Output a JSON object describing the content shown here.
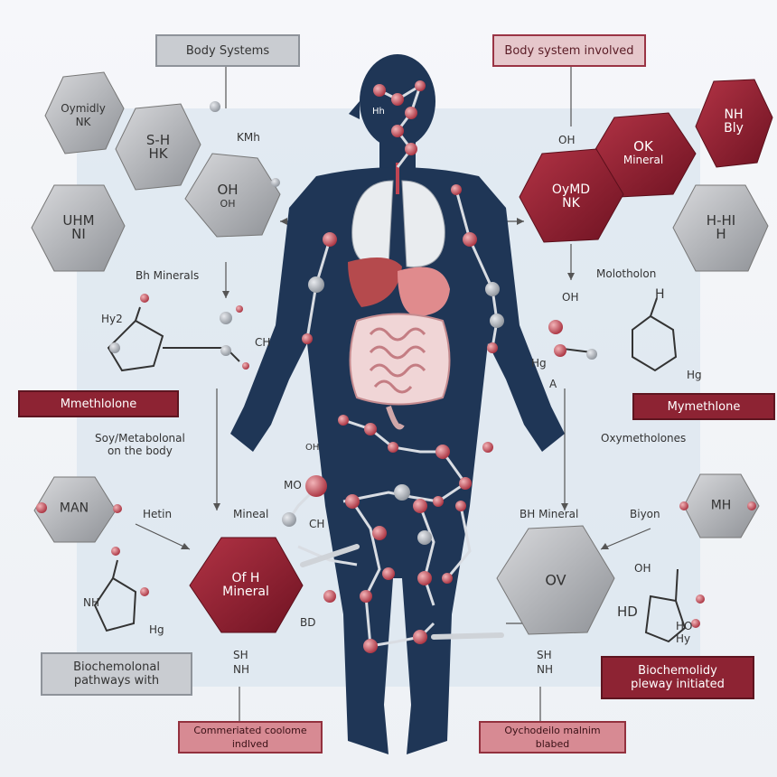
{
  "labels": {
    "body_systems": "Body Systems",
    "body_system_involved": "Body system involved",
    "left_band": "Mmethlolone",
    "right_band": "Mymethlone",
    "left_sub": "Soy/Metabolonal\non the body",
    "right_sub": "Oxymetholones",
    "bottom_left": "Biochemolonal\npathways with",
    "bottom_right": "Biochemolidy\npleway initiated",
    "bottom_center_left": "Commeriated coolome\nindlved",
    "bottom_center_right": "Oychodeilo malnim\nblabed"
  },
  "hexagons": {
    "tl1": {
      "top": "Oymidly",
      "bottom": "NK"
    },
    "tl2": {
      "top": "S-H",
      "bottom": "HK"
    },
    "tl3": {
      "top": "UHM",
      "bottom": "NI"
    },
    "tl4": {
      "top": "OH",
      "bottom": "OH"
    },
    "tr1": {
      "top": "OK",
      "bottom": "Mineral"
    },
    "tr2": {
      "top": "OyMD",
      "bottom": "NK"
    },
    "tr3": {
      "top": "NH",
      "bottom": "Bly"
    },
    "tr4": {
      "top": "H-HI",
      "bottom": "H"
    },
    "bl1": {
      "top": "MAN",
      "bottom": ""
    },
    "bc1": {
      "top": "Of H",
      "bottom": "Mineral"
    },
    "br1": {
      "top": "OV",
      "bottom": ""
    },
    "br2": {
      "top": "MH",
      "bottom": ""
    }
  },
  "annotations": {
    "a1": "KMh",
    "a2": "OH",
    "a3": "Hh",
    "a4": "Bh Minerals",
    "a5": "Molotholon",
    "a6": "OH",
    "a7": "Hy2",
    "a8": "CH",
    "a9": "Hg",
    "a10": "A",
    "a11": "H",
    "a12": "Hg",
    "a13": "Hetin",
    "a14": "Mineal",
    "a15": "NH",
    "a16": "Hg",
    "a17": "OH",
    "a18": "MO",
    "a19": "CH",
    "a20": "BH Mineral",
    "a21": "Biyon",
    "a22": "OH",
    "a23": "HD",
    "a24": "HO",
    "a25": "SH",
    "a26": "NH",
    "a27": "SH",
    "a28": "NH",
    "a29": "BD",
    "a30": "Hy"
  },
  "colors": {
    "body": "#1f3656",
    "accent_red": "#8d2333",
    "hex_grey": "#a8aaae",
    "organ_pink": "#d98b8f"
  }
}
